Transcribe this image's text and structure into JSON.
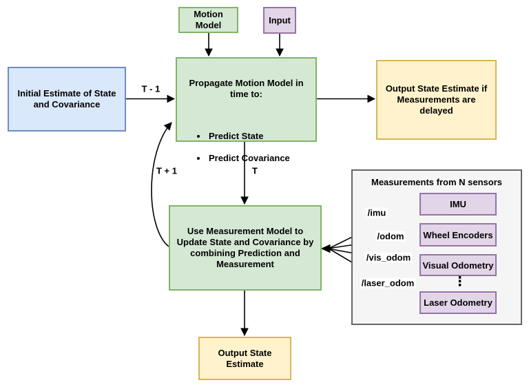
{
  "nodes": {
    "motion_model": "Motion\nModel",
    "input": "Input",
    "initial_estimate": "Initial Estimate of State\nand Covariance",
    "propagate_title": "Propagate Motion Model in\ntime to:",
    "propagate_bullets": [
      "Predict State",
      "Predict Covariance"
    ],
    "output_delayed": "Output State Estimate if\nMeasurements are\ndelayed",
    "update": "Use Measurement Model to\nUpdate State and Covariance by\ncombining Prediction and\nMeasurement",
    "output_state": "Output State\nEstimate"
  },
  "sensors_panel": {
    "title": "Measurements from N sensors",
    "sensors": [
      {
        "label": "IMU",
        "topic": "/imu"
      },
      {
        "label": "Wheel Encoders",
        "topic": "/odom"
      },
      {
        "label": "Visual Odometry",
        "topic": "/vis_odom"
      },
      {
        "label": "Laser Odometry",
        "topic": "/laser_odom"
      }
    ],
    "ellipsis": "⋮"
  },
  "edge_labels": {
    "t_minus_1": "T - 1",
    "t": "T",
    "t_plus_1": "T + 1"
  },
  "palette": {
    "green_fill": "#d5e8d4",
    "green_border": "#82b366",
    "blue_fill": "#dae8fc",
    "blue_border": "#6c8ebf",
    "yellow_fill": "#fff2cc",
    "yellow_border": "#d6b656",
    "purple_fill": "#e1d5e7",
    "purple_border": "#9673a6",
    "panel_fill": "#f5f5f5",
    "panel_border": "#666666",
    "line_color": "#000000"
  }
}
